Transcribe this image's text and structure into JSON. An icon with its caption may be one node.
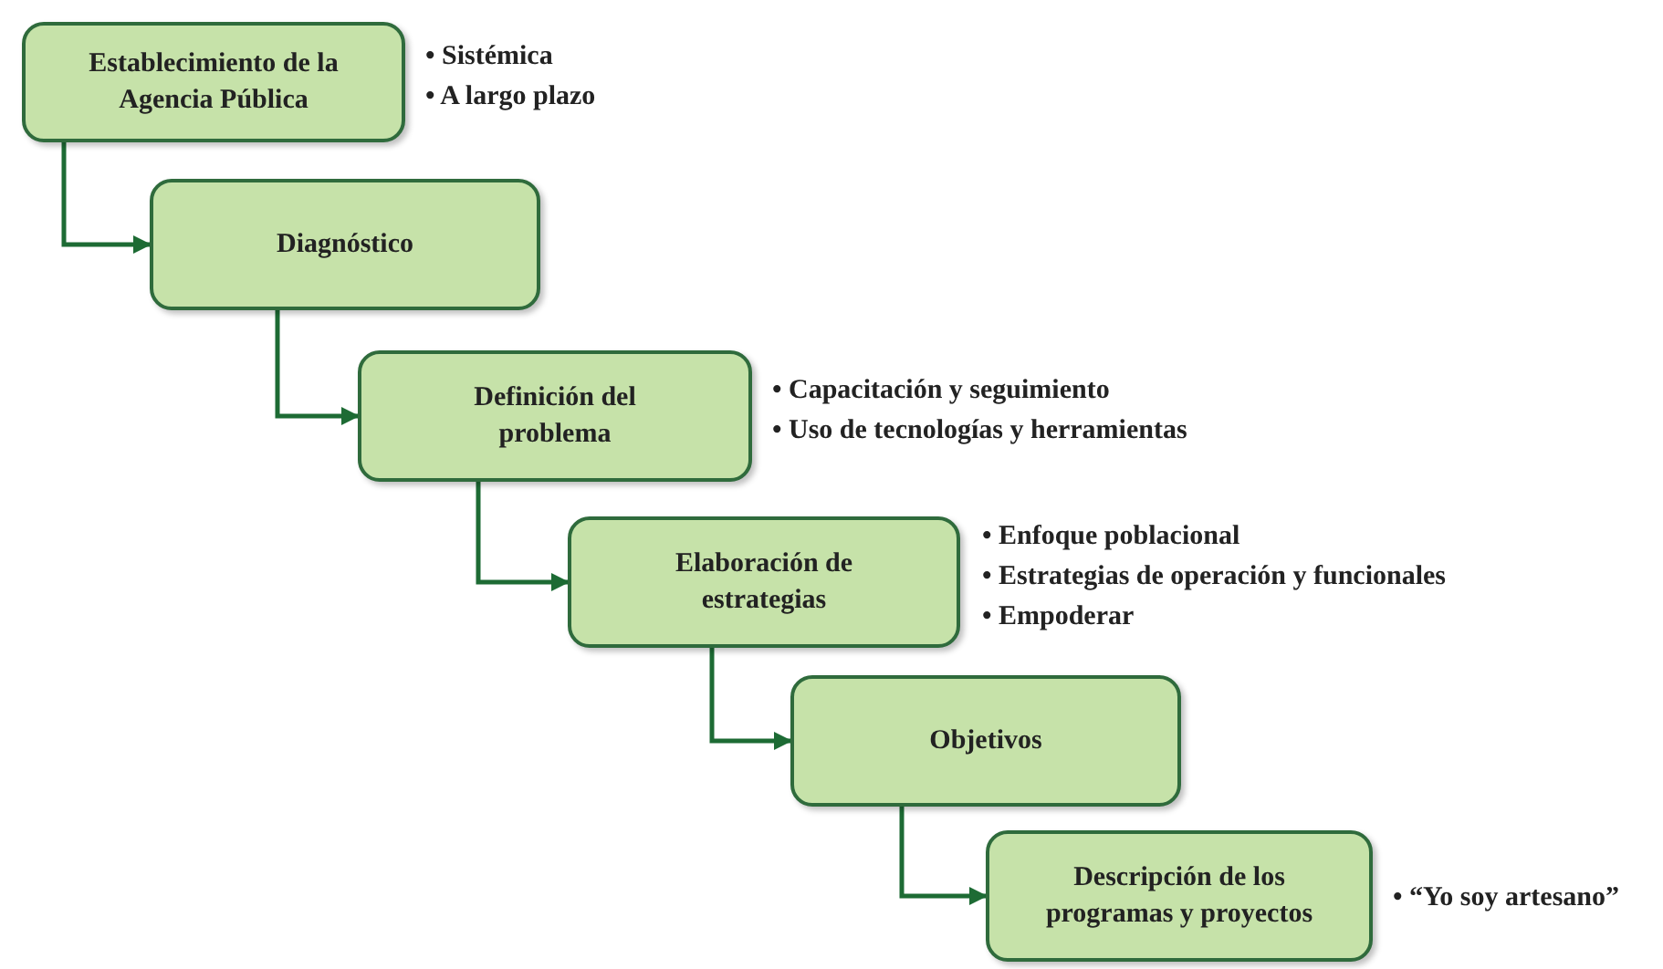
{
  "diagram": {
    "nodes": [
      {
        "text": [
          "Establecimiento de la Agencia Pública"
        ],
        "beside": [
          "• Sistémica",
          "• A largo plazo"
        ]
      },
      {
        "text": [
          "Diagnóstico"
        ]
      },
      {
        "text": [
          "Definición del problema"
        ],
        "beside": [
          "• Capacitación y seguimiento",
          "• Uso de tecnologías y herramientas"
        ]
      },
      {
        "text": [
          "Elaboración de estrategias"
        ],
        "beside": [
          "• Enfoque poblacional",
          "• Estrategias de operación y funcionales",
          "• Empoderar"
        ]
      },
      {
        "text": [
          "Objetivos"
        ]
      },
      {
        "text": [
          "Descripción de los programas y proyectos"
        ],
        "beside": [
          "• “Yo soy artesano”"
        ]
      }
    ],
    "edges": [
      {
        "from": 0,
        "to": 1,
        "arrow": "to"
      },
      {
        "from": 1,
        "to": 2,
        "arrow": "to"
      },
      {
        "from": 2,
        "to": 3,
        "arrow": "to"
      },
      {
        "from": 3,
        "to": 4,
        "arrow": "to"
      },
      {
        "from": 4,
        "to": 5,
        "arrow": "to"
      }
    ]
  }
}
